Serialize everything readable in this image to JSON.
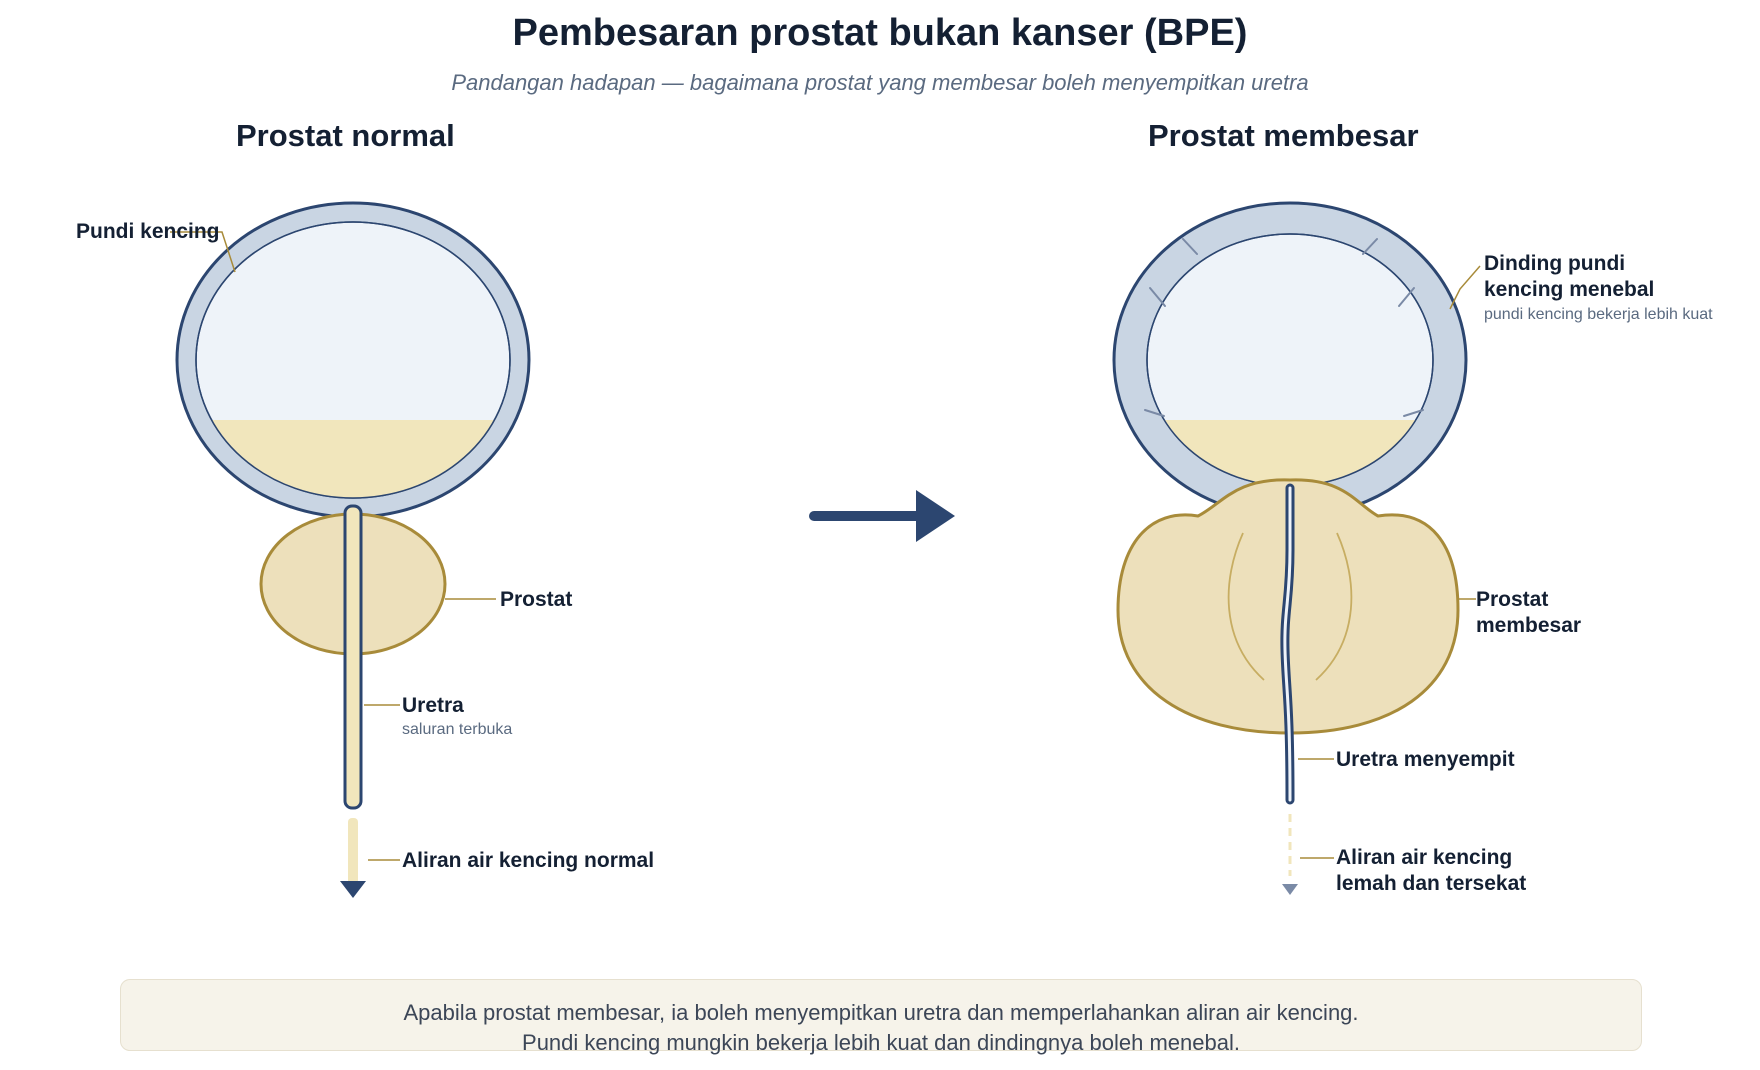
{
  "title": "Pembesaran prostat bukan kanser (BPE)",
  "subtitle": "Pandangan hadapan — bagaimana prostat yang membesar boleh menyempitkan uretra",
  "left_panel": {
    "title": "Prostat normal",
    "labels": {
      "bladder": "Pundi kencing",
      "prostate": "Prostat",
      "urethra": "Uretra",
      "urethra_note": "saluran terbuka",
      "flow": "Aliran air kencing normal"
    }
  },
  "right_panel": {
    "title": "Prostat membesar",
    "labels": {
      "wall_line1": "Dinding pundi",
      "wall_line2": "kencing menebal",
      "wall_note": "pundi kencing bekerja lebih kuat",
      "prostate_line1": "Prostat",
      "prostate_line2": "membesar",
      "urethra": "Uretra menyempit",
      "flow_line1": "Aliran air kencing",
      "flow_line2": "lemah dan tersekat"
    }
  },
  "caption": {
    "line1": "Apabila prostat membesar, ia boleh menyempitkan uretra dan memperlahankan aliran air kencing.",
    "line2": "Pundi kencing mungkin bekerja lebih kuat dan dindingnya boleh menebal."
  },
  "colors": {
    "outline": "#2c4670",
    "bladder_wall": "#c9d5e3",
    "bladder_inner": "#eef3f9",
    "urine": "#f1e6bc",
    "prostate_fill": "#ede0bb",
    "prostate_stroke": "#a88b3a",
    "leader": "#a88b3a",
    "arrow": "#2c4670"
  }
}
